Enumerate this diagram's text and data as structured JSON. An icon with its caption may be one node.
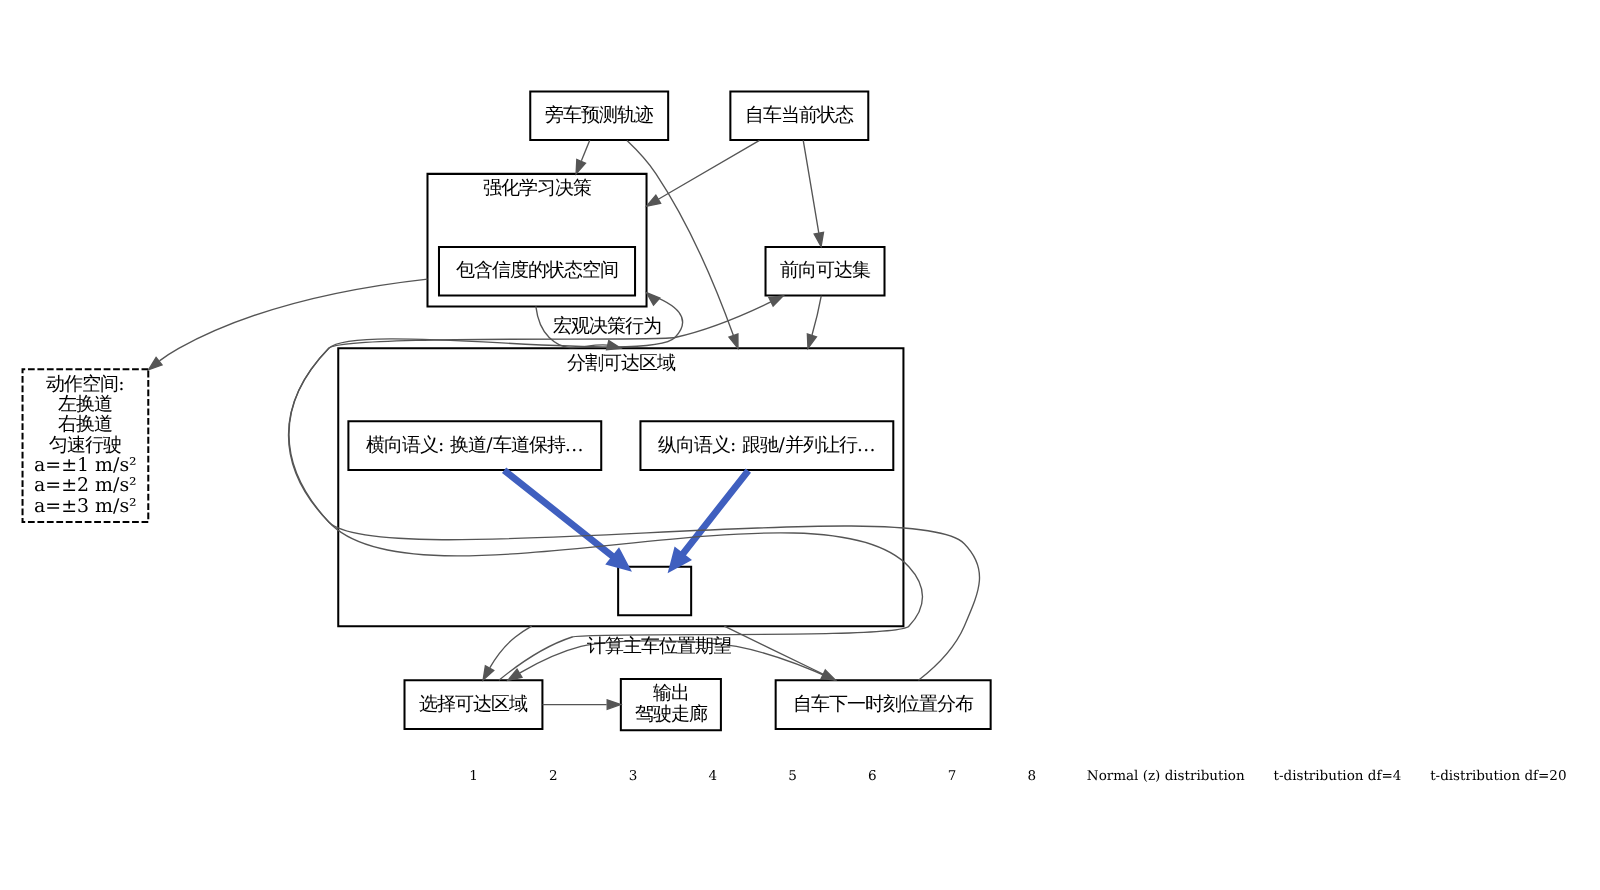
{
  "diagram": {
    "nodes": [
      {
        "text": [
          "自车当前状态"
        ]
      },
      {
        "text": [
          "旁车预测轨迹"
        ]
      },
      {
        "text": [
          "动作空间:",
          "左换道",
          "右换道",
          "匀速行驶",
          "a=±1 m/s²",
          "a=±2 m/s²",
          "a=±3 m/s²"
        ]
      },
      {
        "text": [
          "前向可达集"
        ]
      },
      {
        "text": [
          "强化学习决策"
        ]
      },
      {
        "text": [
          "包含信度的状态空间"
        ],
        "in": 4
      },
      {
        "text": [
          "分割可达区域"
        ]
      },
      {
        "text": [
          "纵向语义: 跟驰/并列让行…"
        ],
        "in": 6
      },
      {
        "text": [
          "横向语义: 换道/车道保持…"
        ],
        "in": 6
      },
      {
        "text": [],
        "shape": "box",
        "in": 6
      },
      {
        "text": [
          "选择可达区域"
        ]
      },
      {
        "text": [
          "自车下一时刻位置分布"
        ]
      },
      {
        "text": [
          "输出",
          "驾驶走廊"
        ]
      }
    ],
    "edges": [
      {
        "from": 0,
        "to": 3,
        "arrow": "to"
      },
      {
        "from": 0,
        "to": 4,
        "arrow": "to"
      },
      {
        "from": 1,
        "to": 4,
        "arrow": "to"
      },
      {
        "from": 1,
        "to": 6,
        "arrow": "to"
      },
      {
        "from": 3,
        "to": 6,
        "arrow": "to"
      },
      {
        "from": 4,
        "to": 6,
        "arrow": "to",
        "label": "宏观决策行为"
      },
      {
        "from": 4,
        "to": 2,
        "arrow": "to"
      },
      {
        "from": 7,
        "to": 9,
        "arrow": "to",
        "style": "thick",
        "color": "#3f5fbf"
      },
      {
        "from": 8,
        "to": 9,
        "arrow": "to",
        "style": "thick",
        "color": "#3f5fbf"
      },
      {
        "from": 6,
        "to": 10,
        "arrow": "to"
      },
      {
        "from": 6,
        "to": 11,
        "arrow": "to"
      },
      {
        "from": 11,
        "to": 10,
        "arrow": "to",
        "label": "计算主车位置期望"
      },
      {
        "from": 11,
        "to": 4,
        "arrow": "to"
      },
      {
        "from": 10,
        "to": 3,
        "arrow": "to"
      },
      {
        "from": 10,
        "to": 12,
        "arrow": "to"
      }
    ],
    "labels": [
      "1",
      "2",
      "3",
      "4",
      "5",
      "6",
      "7",
      "8",
      "Normal (z) distribution",
      "t-distribution df=4",
      "t-distribution df=20"
    ]
  }
}
